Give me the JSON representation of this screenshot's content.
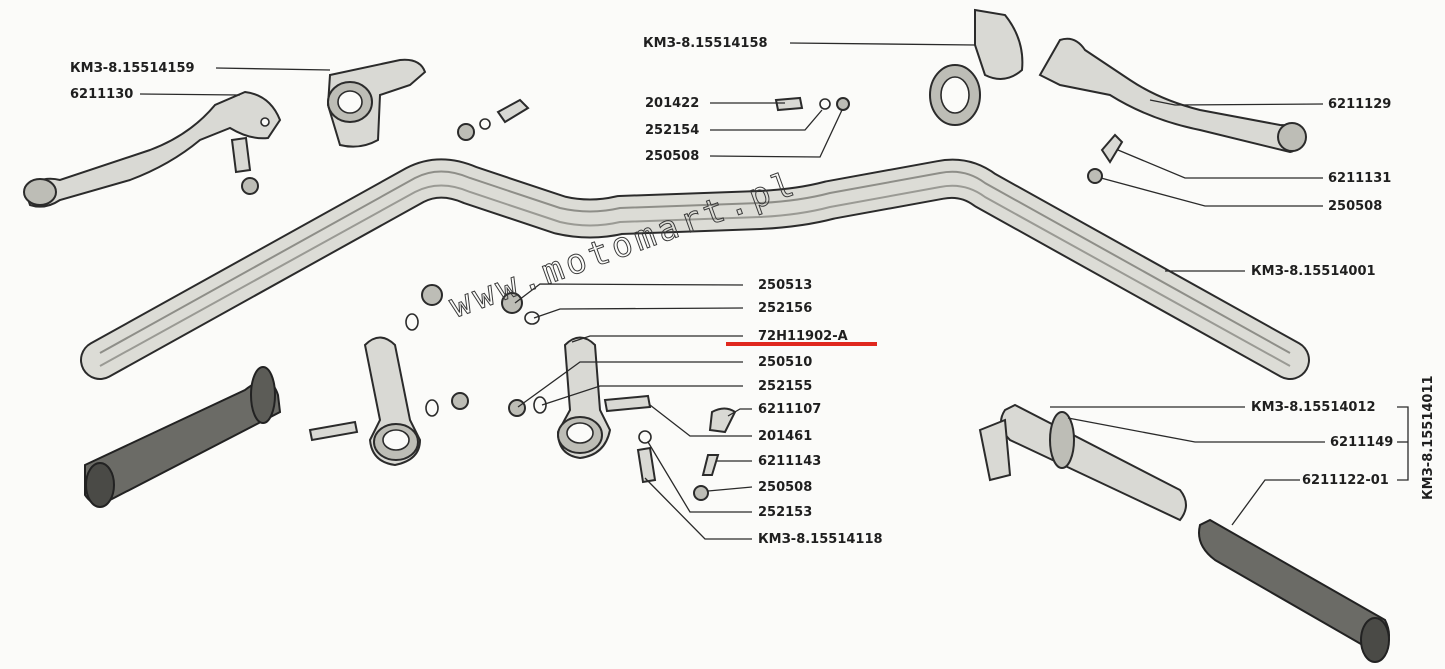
{
  "diagram": {
    "watermark": "www.motomart.pl",
    "highlight_color": "#e0281e",
    "labels": {
      "kmz_15514159": "КМЗ-8.15514159",
      "p6211130": "6211130",
      "kmz_15514158": "КМЗ-8.15514158",
      "p201422": "201422",
      "p252154": "252154",
      "p250508_top": "250508",
      "p6211129": "6211129",
      "p6211131": "6211131",
      "p250508_right": "250508",
      "kmz_15514001": "КМЗ-8.15514001",
      "p250513": "250513",
      "p252156": "252156",
      "p72h11902a": "72H11902-A",
      "p250510": "250510",
      "p252155": "252155",
      "p6211107": "6211107",
      "p201461": "201461",
      "p6211143": "6211143",
      "p250508_low": "250508",
      "p252153": "252153",
      "kmz_15514118": "КМЗ-8.15514118",
      "kmz_15514012": "КМЗ-8.15514012",
      "p6211149": "6211149",
      "p6211122_01": "6211122-01",
      "kmz_15514011": "КМЗ-8.15514011"
    }
  }
}
